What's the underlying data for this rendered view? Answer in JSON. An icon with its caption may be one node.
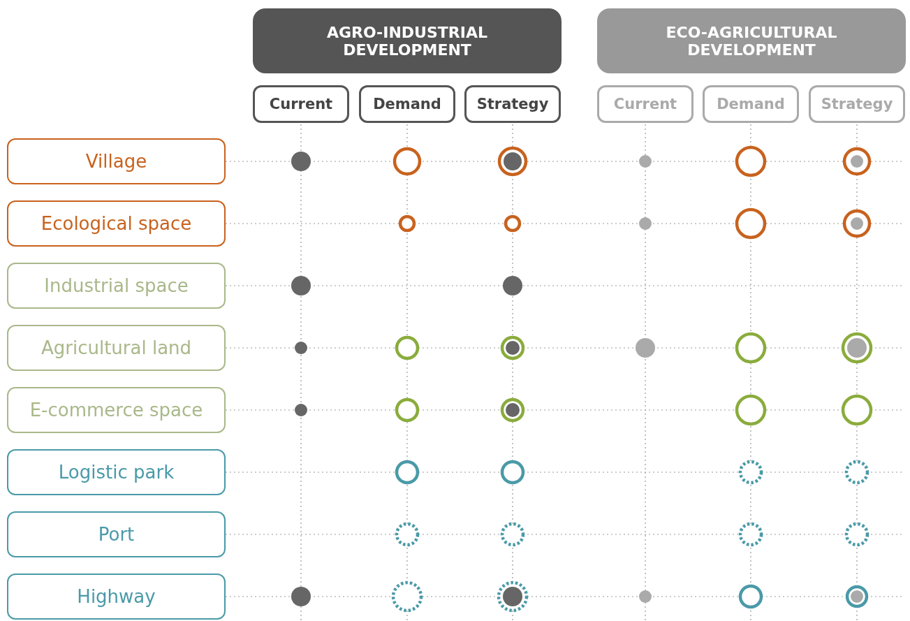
{
  "diagram": {
    "nodes": [
      {
        "text": [
          "AGRO-INDUSTRIAL DEVELOPMENT"
        ]
      },
      {
        "text": [
          "ECO-AGRICULTURAL DEVELOPMENT"
        ]
      },
      {
        "text": [
          "Current"
        ]
      },
      {
        "text": [
          "Demand"
        ]
      },
      {
        "text": [
          "Strategy"
        ]
      },
      {
        "text": [
          "Current"
        ]
      },
      {
        "text": [
          "Demand"
        ]
      },
      {
        "text": [
          "Strategy"
        ]
      },
      {
        "text": [
          "Village"
        ]
      },
      {
        "text": [
          "Ecological space"
        ]
      },
      {
        "text": [
          "Industrial space"
        ]
      },
      {
        "text": [
          "Agricultural land"
        ]
      },
      {
        "text": [
          "E-commerce space"
        ]
      },
      {
        "text": [
          "Logistic park"
        ]
      },
      {
        "text": [
          "Port"
        ]
      },
      {
        "text": [
          "Highway"
        ]
      }
    ]
  }
}
